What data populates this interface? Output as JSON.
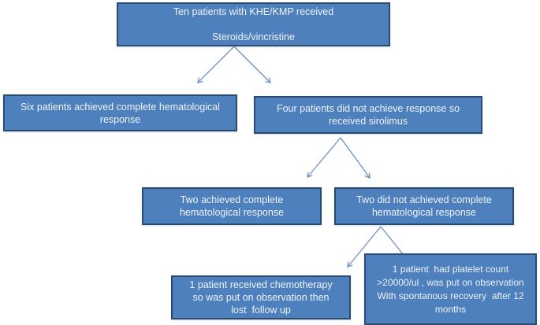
{
  "diagram": {
    "type": "flowchart",
    "colors": {
      "box_fill": "#4d80bc",
      "box_border": "#2b4a6f",
      "text_color": "#eef3fa",
      "arrow_color": "#6b8fc3",
      "page_bg": "#ffffff"
    },
    "nodes": [
      {
        "id": "ten-patients",
        "lines": [
          "Ten patients with KHE/KMP received",
          "",
          "Steroids/vincristine"
        ]
      },
      {
        "id": "six-complete-response",
        "lines": [
          "Six patients achieved complete hematological",
          "response"
        ]
      },
      {
        "id": "four-no-response-sirolimus",
        "lines": [
          "Four patients did not achieve response so",
          "received sirolimus"
        ]
      },
      {
        "id": "two-complete-response",
        "lines": [
          "Two achieved complete",
          "hematological response"
        ]
      },
      {
        "id": "two-not-complete-response",
        "lines": [
          "Two did not achieved complete",
          "hematological response"
        ]
      },
      {
        "id": "one-chemotherapy-lost-followup",
        "lines": [
          "1 patient received chemotherapy",
          "so was put on observation then",
          "lost  follow up"
        ]
      },
      {
        "id": "one-platelet-observation",
        "lines": [
          "1 patient  had platelet count",
          ">20000/ul , was put on observation",
          "With spontanous recovery  after 12",
          "months"
        ]
      }
    ],
    "edges": [
      {
        "from": "ten-patients",
        "to": "six-complete-response"
      },
      {
        "from": "ten-patients",
        "to": "four-no-response-sirolimus"
      },
      {
        "from": "four-no-response-sirolimus",
        "to": "two-complete-response"
      },
      {
        "from": "four-no-response-sirolimus",
        "to": "two-not-complete-response"
      },
      {
        "from": "two-not-complete-response",
        "to": "one-chemotherapy-lost-followup"
      },
      {
        "from": "two-not-complete-response",
        "to": "one-platelet-observation"
      }
    ]
  }
}
